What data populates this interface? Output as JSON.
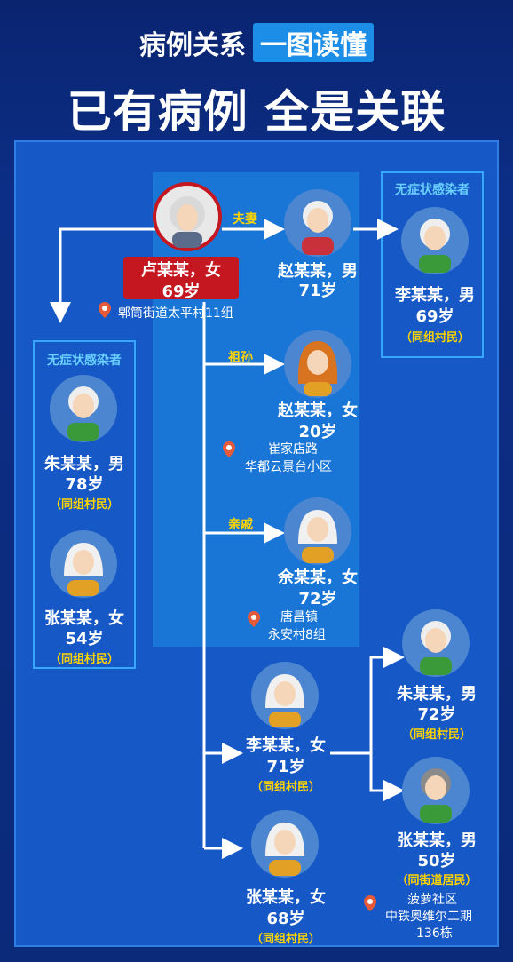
{
  "header": {
    "line1": "病例关系",
    "line1_highlight": "一图读懂",
    "line2": "已有病例 全是关联"
  },
  "asym_title": "无症状感染者",
  "relations": {
    "spouse": "夫妻",
    "grandchild": "祖孙",
    "relative": "亲戚"
  },
  "colors": {
    "accent": "#ffd400",
    "card": "#c4171f",
    "panel": "#1558c6"
  },
  "people": {
    "lu": {
      "name": "卢某某，女",
      "age": "69岁",
      "addr": "郫筒街道太平村11组"
    },
    "zhao_m": {
      "name": "赵某某，男",
      "age": "71岁"
    },
    "li_m": {
      "name": "李某某，男",
      "age": "69岁",
      "note": "（同组村民）"
    },
    "zhu_m78": {
      "name": "朱某某，男",
      "age": "78岁",
      "note": "（同组村民）"
    },
    "zhang_f54": {
      "name": "张某某，女",
      "age": "54岁",
      "note": "（同组村民）"
    },
    "zhao_f": {
      "name": "赵某某，女",
      "age": "20岁",
      "addr1": "崔家店路",
      "addr2": "华都云景台小区"
    },
    "she_f": {
      "name": "佘某某，女",
      "age": "72岁",
      "addr1": "唐昌镇",
      "addr2": "永安村8组"
    },
    "li_f": {
      "name": "李某某，女",
      "age": "71岁",
      "note": "（同组村民）"
    },
    "zhang_f68": {
      "name": "张某某，女",
      "age": "68岁",
      "note": "（同组村民）"
    },
    "zhu_m72": {
      "name": "朱某某，男",
      "age": "72岁",
      "note": "（同组村民）"
    },
    "zhang_m50": {
      "name": "张某某，男",
      "age": "50岁",
      "note": "（同街道居民）",
      "addr1": "菠萝社区",
      "addr2": "中铁奥维尔二期",
      "addr3": "136栋"
    }
  }
}
